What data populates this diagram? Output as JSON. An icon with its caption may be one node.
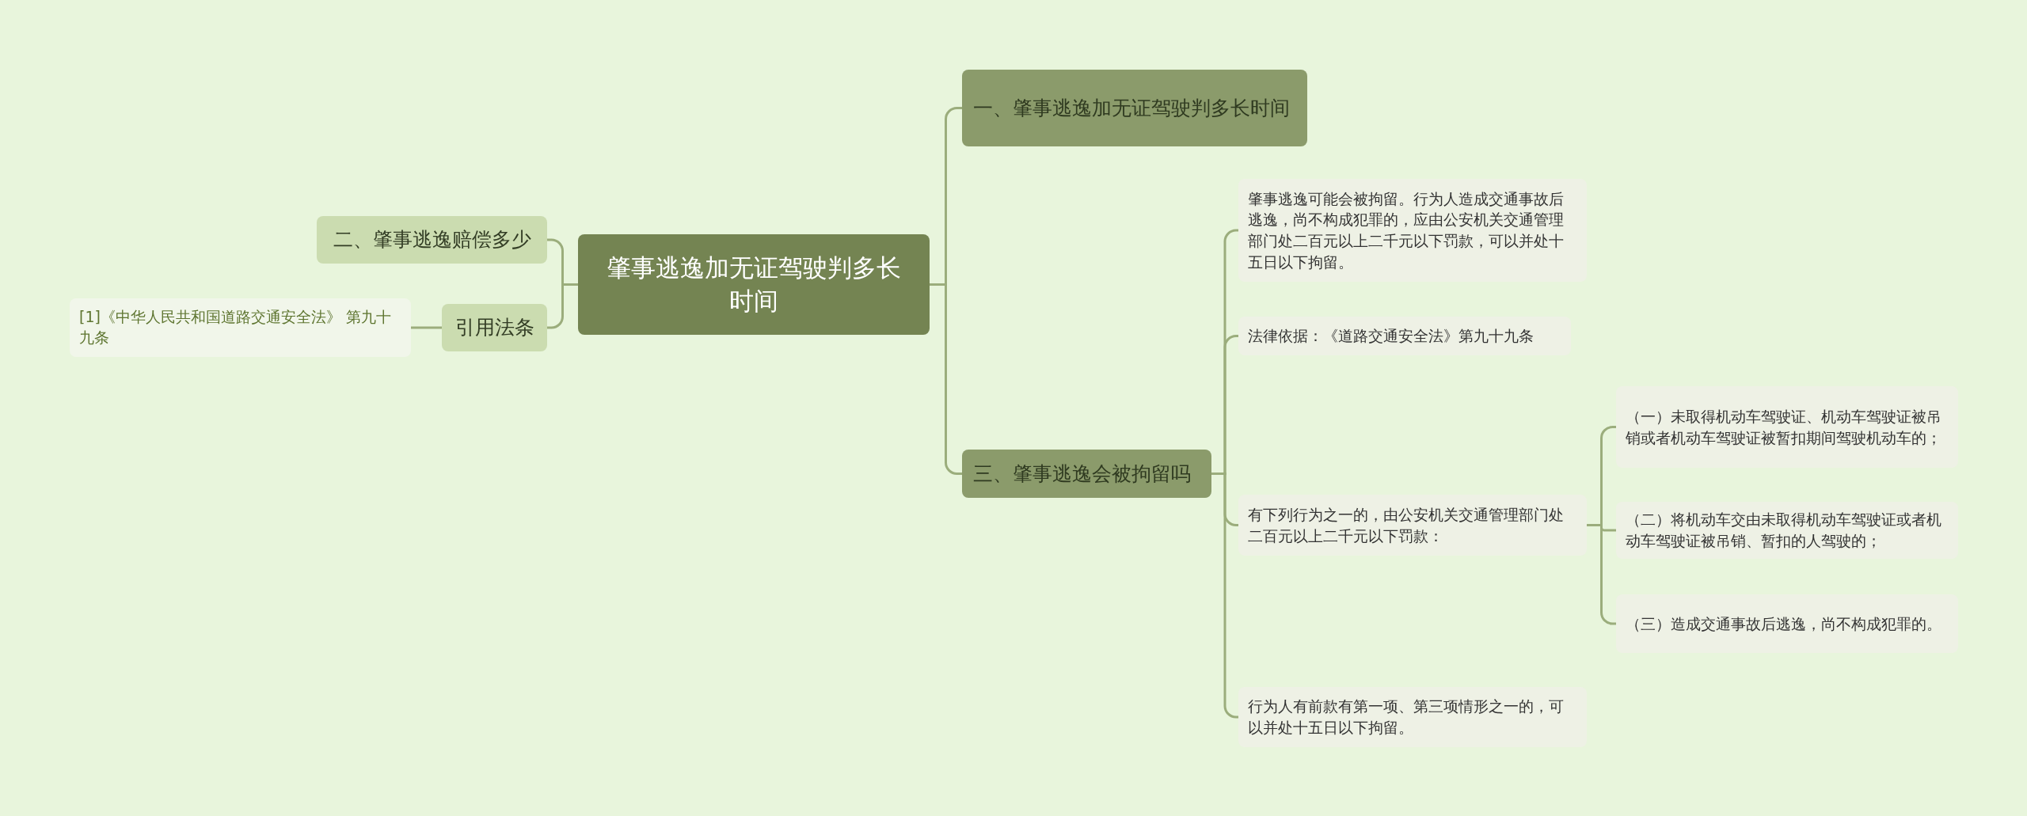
{
  "diagram": {
    "nodes": [
      {
        "text": [
          "肇事逃逸加无证驾驶判多长时间"
        ]
      },
      {
        "text": [
          "一、肇事逃逸加无证驾驶判多长时间"
        ]
      },
      {
        "text": [
          "二、肇事逃逸赔偿多少"
        ]
      },
      {
        "text": [
          "引用法条"
        ]
      },
      {
        "text": [
          "[1]《中华人民共和国道路交通安全法》 第九十九条"
        ]
      },
      {
        "text": [
          "三、肇事逃逸会被拘留吗"
        ]
      },
      {
        "text": [
          "肇事逃逸可能会被拘留。行为人造成交通事故后逃逸，尚不构成犯罪的，应由公安机关交通管理部门处二百元以上二千元以下罚款，可以并处十五日以下拘留。"
        ]
      },
      {
        "text": [
          "法律依据：《道路交通安全法》第九十九条"
        ]
      },
      {
        "text": [
          "有下列行为之一的，由公安机关交通管理部门处二百元以上二千元以下罚款："
        ]
      },
      {
        "text": [
          "行为人有前款有第一项、第三项情形之一的，可以并处十五日以下拘留。"
        ]
      },
      {
        "text": [
          "（一）未取得机动车驾驶证、机动车驾驶证被吊销或者机动车驾驶证被暂扣期间驾驶机动车的；"
        ]
      },
      {
        "text": [
          "（二）将机动车交由未取得机动车驾驶证或者机动车驾驶证被吊销、暂扣的人驾驶的；"
        ]
      },
      {
        "text": [
          "（三）造成交通事故后逃逸，尚不构成犯罪的。"
        ]
      }
    ],
    "edges": [
      {
        "from": 0,
        "to": 1,
        "arrow": "none"
      },
      {
        "from": 0,
        "to": 2,
        "arrow": "none"
      },
      {
        "from": 0,
        "to": 3,
        "arrow": "none"
      },
      {
        "from": 3,
        "to": 4,
        "arrow": "none"
      },
      {
        "from": 0,
        "to": 5,
        "arrow": "none"
      },
      {
        "from": 5,
        "to": 6,
        "arrow": "none"
      },
      {
        "from": 5,
        "to": 7,
        "arrow": "none"
      },
      {
        "from": 5,
        "to": 8,
        "arrow": "none"
      },
      {
        "from": 5,
        "to": 9,
        "arrow": "none"
      },
      {
        "from": 8,
        "to": 10,
        "arrow": "none"
      },
      {
        "from": 8,
        "to": 11,
        "arrow": "none"
      },
      {
        "from": 8,
        "to": 12,
        "arrow": "none"
      }
    ]
  }
}
